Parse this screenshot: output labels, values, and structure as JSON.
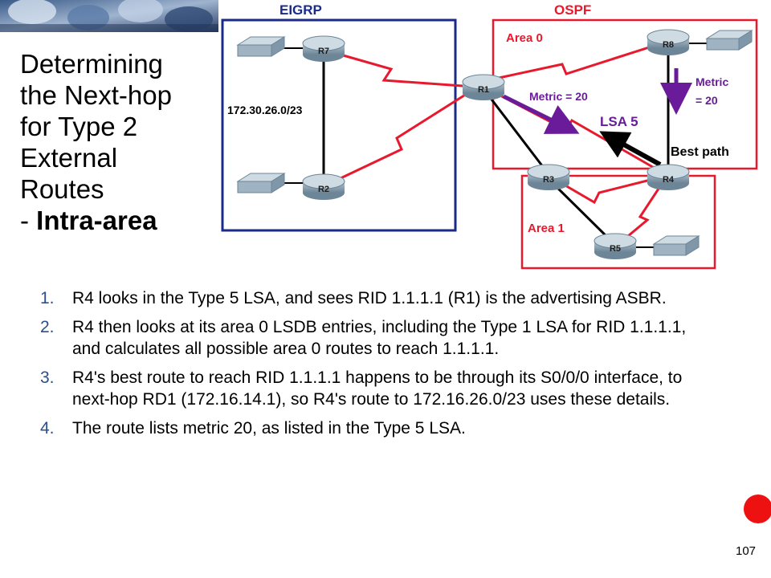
{
  "title": {
    "lines": [
      "Determining",
      "the Next-hop",
      "for Type 2",
      "External",
      "Routes"
    ],
    "prefix": "- ",
    "emphasis": "Intra-area"
  },
  "diagram": {
    "eigrp_label": "EIGRP",
    "ospf_label": "OSPF",
    "area0_label": "Area 0",
    "area1_label": "Area 1",
    "network_label": "172.30.26.0/23",
    "metric_left": "Metric = 20",
    "metric_right_line1": "Metric",
    "metric_right_line2": "= 20",
    "lsa_label": "LSA 5",
    "best_path_label": "Best path",
    "routers": {
      "r1": "R1",
      "r2": "R2",
      "r3": "R3",
      "r4": "R4",
      "r5": "R5",
      "r7": "R7",
      "r8": "R8"
    },
    "colors": {
      "eigrp_border": "#1a2a8a",
      "ospf_border": "#e8192c",
      "link_red": "#e8192c",
      "arrow_purple": "#6a1b9a",
      "router": "#7f97a8",
      "eigrp_label": "#1a2a8a",
      "ospf_label": "#e8192c"
    }
  },
  "steps": [
    {
      "num": "1.",
      "text": "R4 looks in the Type 5 LSA, and sees RID 1.1.1.1 (R1) is the advertising ASBR."
    },
    {
      "num": "2.",
      "text": "R4 then looks at its area 0 LSDB entries, including the Type 1 LSA for RID 1.1.1.1, and calculates all possible area 0 routes to reach 1.1.1.1."
    },
    {
      "num": "3.",
      "text": "R4's best route to reach RID 1.1.1.1 happens to be through its S0/0/0 interface, to next-hop RD1 (172.16.14.1), so R4's route to 172.16.26.0/23 uses these details."
    },
    {
      "num": "4.",
      "text": "The route lists metric 20, as listed in the Type 5 LSA."
    }
  ],
  "page_number": "107"
}
